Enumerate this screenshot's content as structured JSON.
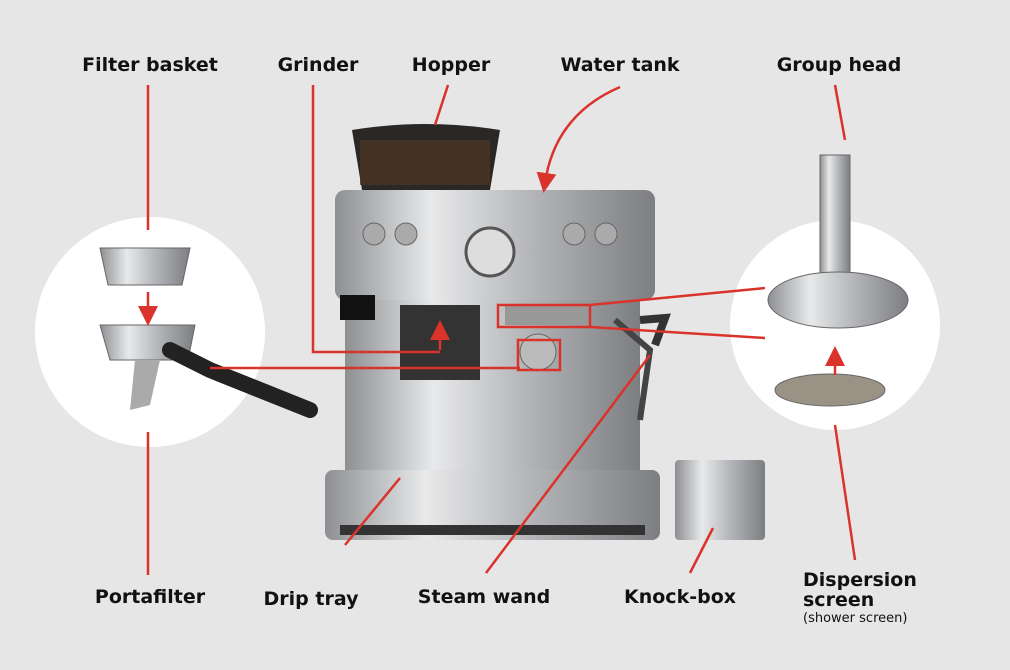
{
  "labels": {
    "filter_basket": "Filter basket",
    "grinder": "Grinder",
    "hopper": "Hopper",
    "water_tank": "Water tank",
    "group_head": "Group head",
    "portafilter": "Portafilter",
    "drip_tray": "Drip tray",
    "steam_wand": "Steam wand",
    "knock_box": "Knock-box",
    "dispersion_screen": "Dispersion screen",
    "dispersion_screen_alt": "(shower screen)"
  },
  "colors": {
    "background": "#e6e6e6",
    "accent": "#d9332b",
    "circle": "#ffffff"
  }
}
